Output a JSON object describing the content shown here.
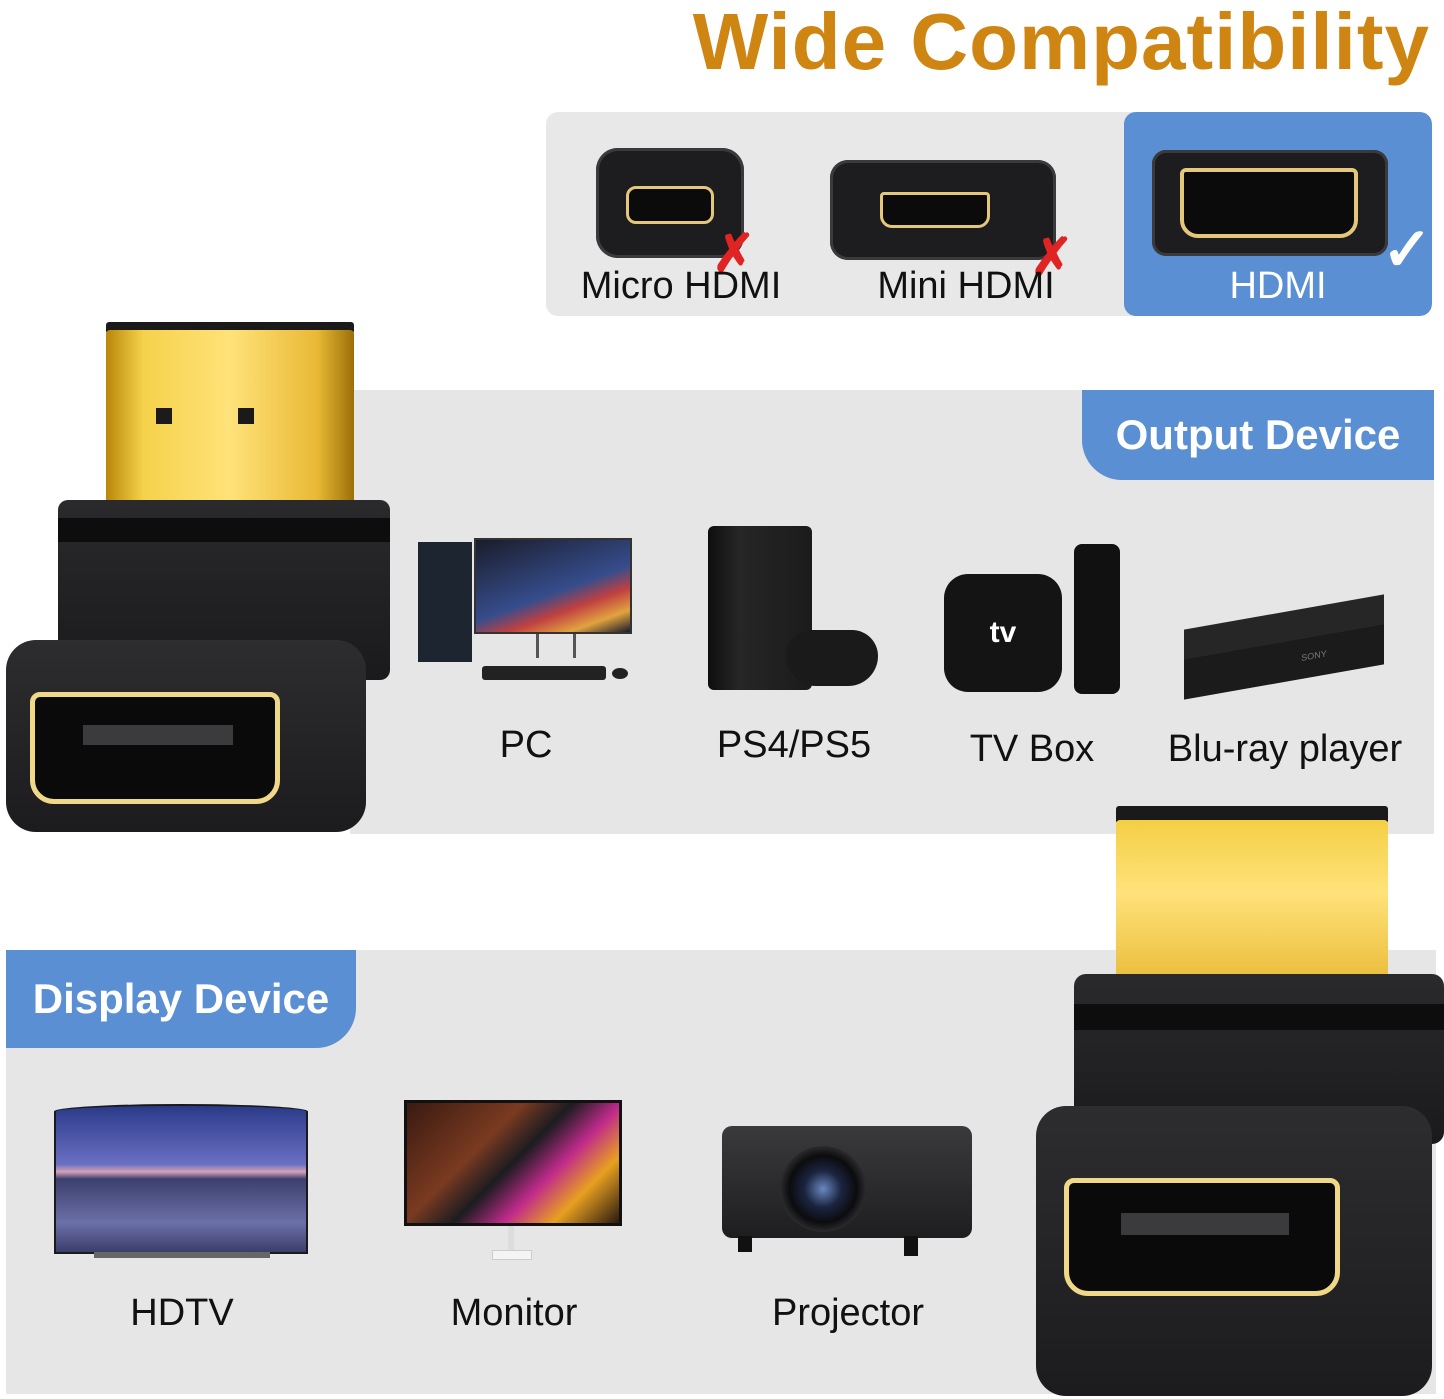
{
  "title": "Wide Compatibility",
  "compatibility": {
    "items": [
      {
        "label": "Micro HDMI",
        "supported": false,
        "mark": "✗"
      },
      {
        "label": "Mini HDMI",
        "supported": false,
        "mark": "✗"
      },
      {
        "label": "HDMI",
        "supported": true,
        "mark": "✓"
      }
    ]
  },
  "output_section": {
    "badge": "Output Device",
    "devices": [
      {
        "label": "PC",
        "icon": "desktop-pc-icon"
      },
      {
        "label": "PS4/PS5",
        "icon": "game-console-icon"
      },
      {
        "label": "TV Box",
        "icon": "tv-box-icon",
        "logo_text": "tv"
      },
      {
        "label": "Blu-ray player",
        "icon": "bluray-player-icon",
        "brand_text": "SONY"
      }
    ]
  },
  "display_section": {
    "badge": "Display Device",
    "devices": [
      {
        "label": "HDTV",
        "icon": "hdtv-icon"
      },
      {
        "label": "Monitor",
        "icon": "monitor-icon"
      },
      {
        "label": "Projector",
        "icon": "projector-icon"
      }
    ]
  },
  "colors": {
    "title": "#cf8511",
    "badge_blue": "#5b8fd3",
    "panel_gray": "#e6e6e6",
    "x_mark": "#e02424",
    "gold": "#f5d24a"
  }
}
